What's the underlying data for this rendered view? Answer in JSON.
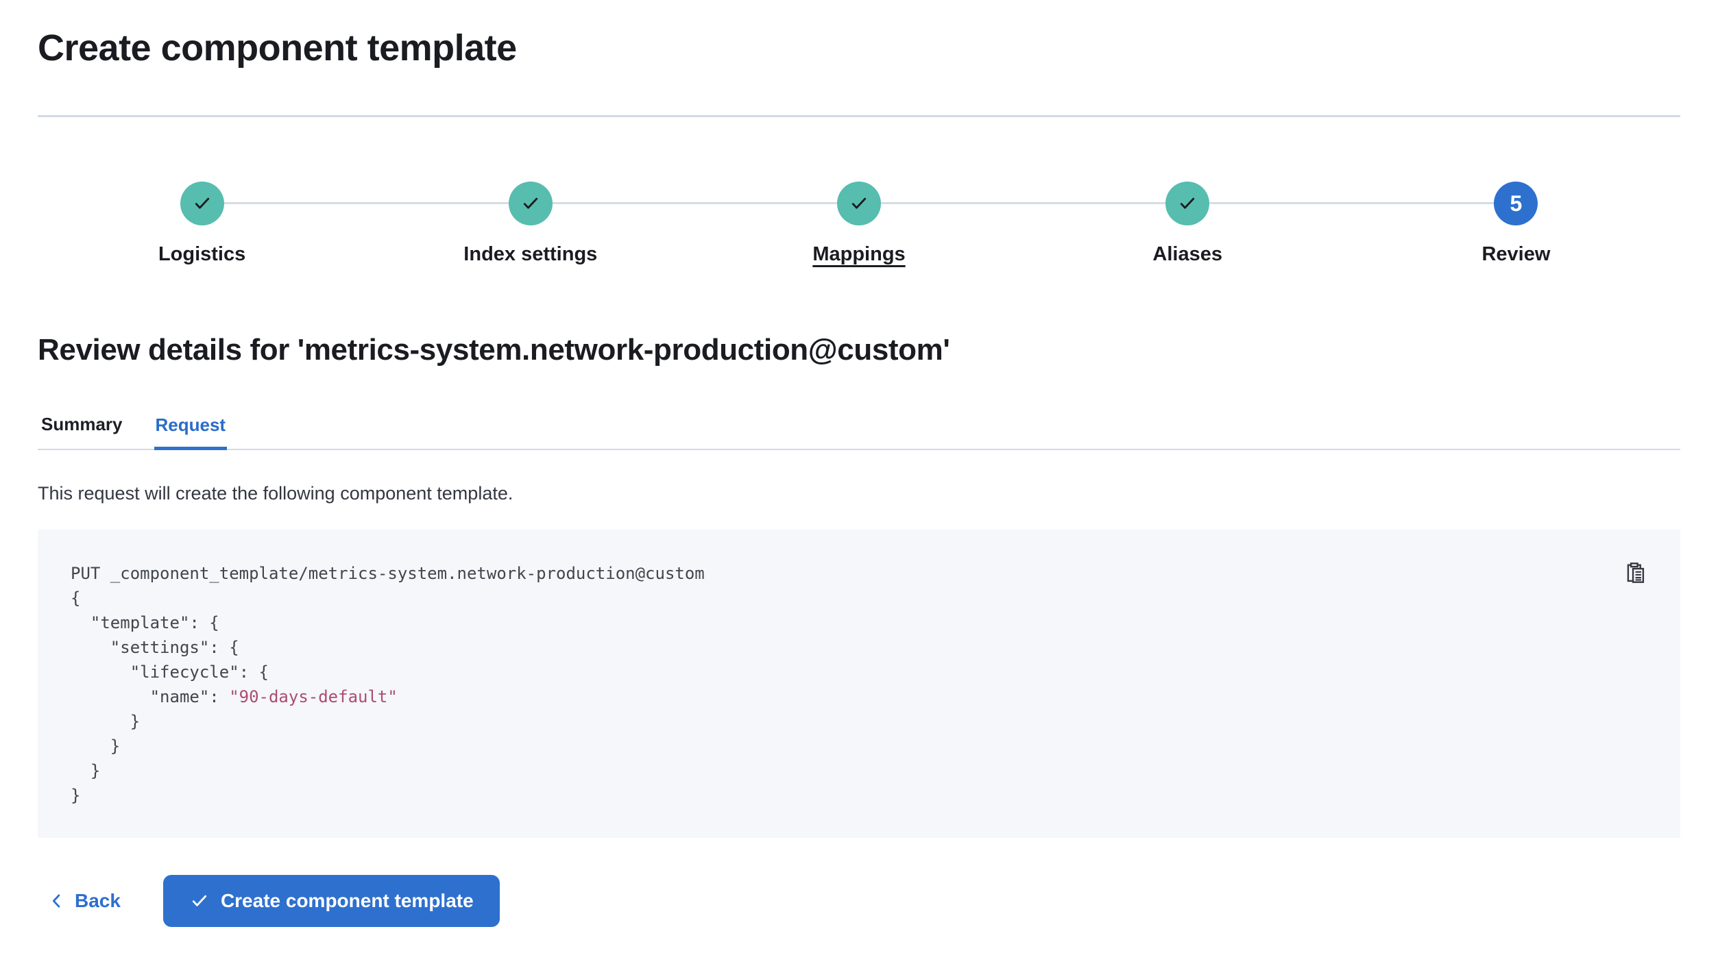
{
  "page": {
    "title": "Create component template"
  },
  "stepper": {
    "steps": [
      {
        "label": "Logistics",
        "status": "complete"
      },
      {
        "label": "Index settings",
        "status": "complete"
      },
      {
        "label": "Mappings",
        "status": "complete",
        "underlined": true
      },
      {
        "label": "Aliases",
        "status": "complete"
      },
      {
        "label": "Review",
        "status": "current",
        "number": "5"
      }
    ]
  },
  "review": {
    "heading": "Review details for 'metrics-system.network-production@custom'",
    "tabs": [
      {
        "label": "Summary",
        "selected": false
      },
      {
        "label": "Request",
        "selected": true
      }
    ],
    "description": "This request will create the following component template."
  },
  "code": {
    "method_line": "PUT _component_template/metrics-system.network-production@custom",
    "lines_before": [
      "{",
      "  \"template\": {",
      "    \"settings\": {",
      "      \"lifecycle\": {"
    ],
    "name_line": {
      "pre": "        \"name\": ",
      "value": "\"90-days-default\""
    },
    "lines_after": [
      "      }",
      "    }",
      "  }",
      "}"
    ]
  },
  "footer": {
    "back_label": "Back",
    "create_label": "Create component template"
  },
  "colors": {
    "accent_blue": "#2e70ce",
    "step_complete_teal": "#57bdae",
    "tab_underline": "#2e70cc",
    "code_background": "#f5f7fa",
    "code_value": "#ad4c6f",
    "divider": "#d3dae6",
    "heading_text": "#1a1c21"
  }
}
